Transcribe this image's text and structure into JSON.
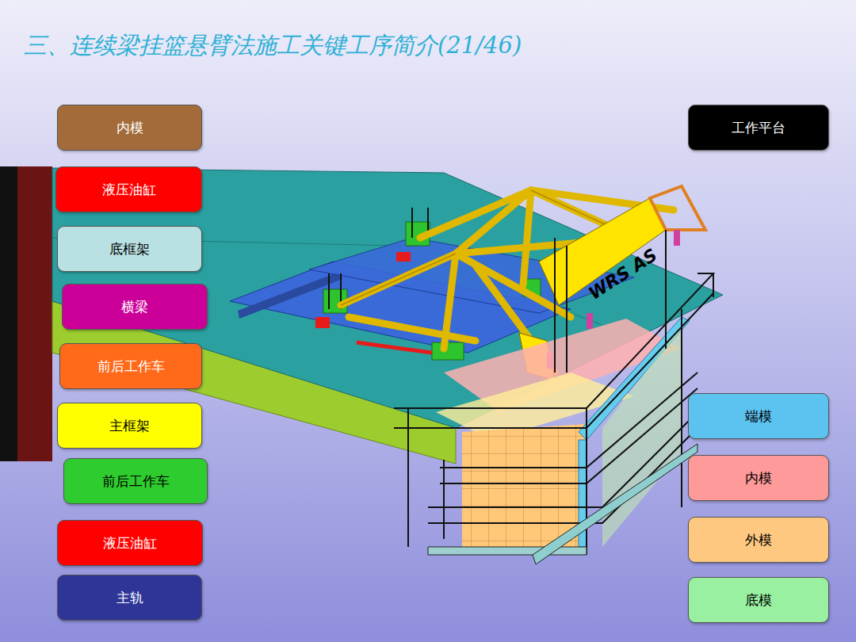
{
  "diagram": {
    "title": "三、连续梁挂篮悬臂法施工关键工序简介(21/46)",
    "nodes": [
      {
        "text": [
          "内模"
        ]
      },
      {
        "text": [
          "液压油缸"
        ]
      },
      {
        "text": [
          "底框架"
        ]
      },
      {
        "text": [
          "横梁"
        ]
      },
      {
        "text": [
          "前后工作车"
        ]
      },
      {
        "text": [
          "主框架"
        ]
      },
      {
        "text": [
          "前后工作车"
        ]
      },
      {
        "text": [
          "液压油缸"
        ]
      },
      {
        "text": [
          "主轨"
        ]
      },
      {
        "text": [
          "工作平台"
        ]
      },
      {
        "text": [
          "端模"
        ]
      },
      {
        "text": [
          "内模"
        ]
      },
      {
        "text": [
          "外模"
        ]
      },
      {
        "text": [
          "底模"
        ]
      }
    ],
    "labels": [
      "WRS AS"
    ]
  }
}
